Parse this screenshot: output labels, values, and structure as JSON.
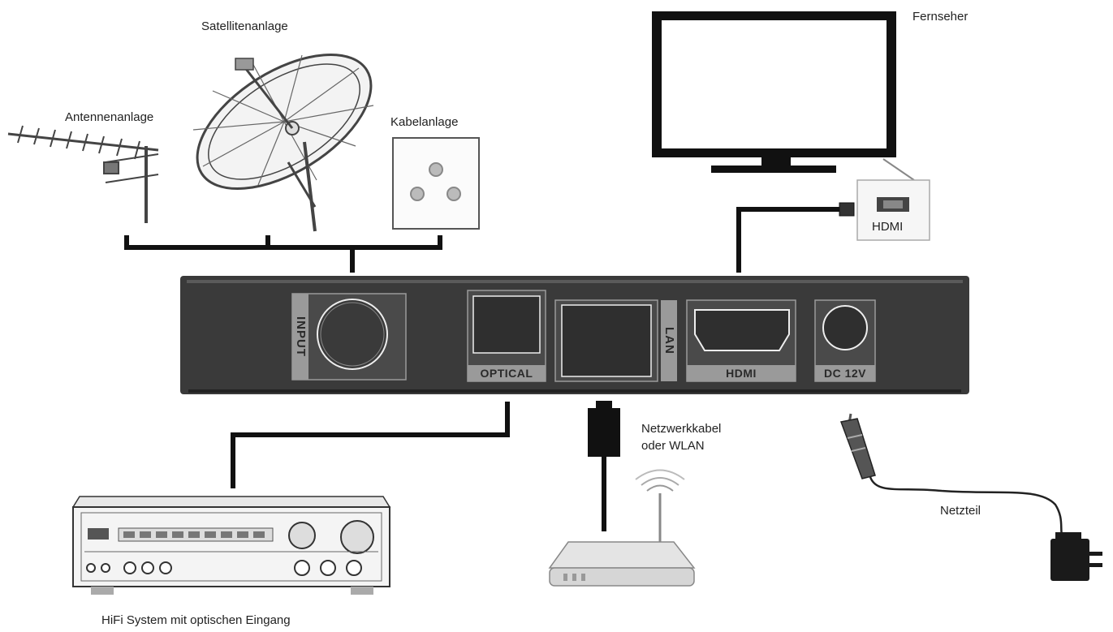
{
  "labels": {
    "satellite": "Satellitenanlage",
    "antenna": "Antennenanlage",
    "cable": "Kabelanlage",
    "tv": "Fernseher",
    "hdmi_plug": "HDMI",
    "network_line1": "Netzwerkkabel",
    "network_line2": "oder WLAN",
    "power_supply": "Netzteil",
    "hifi": "HiFi System mit optischen Eingang"
  },
  "ports": {
    "input": "INPUT",
    "optical": "OPTICAL",
    "lan": "LAN",
    "hdmi": "HDMI",
    "dc": "DC 12V"
  },
  "colors": {
    "device_body": "#3a3a3a",
    "port_tab": "#9a9a9a",
    "cable": "#111111"
  }
}
